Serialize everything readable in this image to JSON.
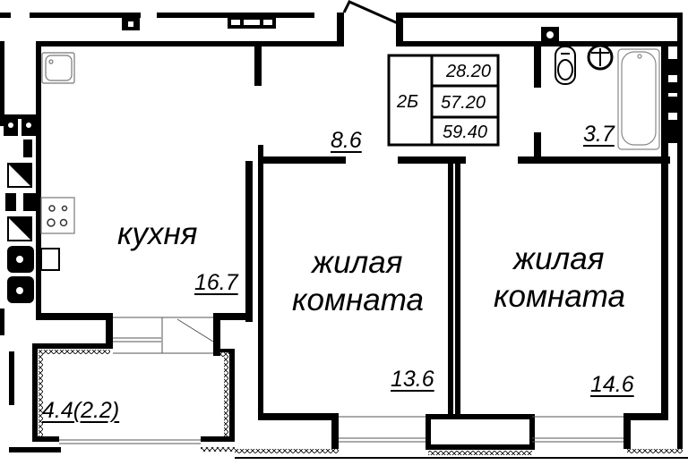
{
  "plan": {
    "apartment_type": "2Б",
    "summary_table": {
      "living_area": "28.20",
      "total_area": "57.20",
      "total_area_with_balcony": "59.40"
    },
    "rooms": [
      {
        "id": "kitchen",
        "name": "кухня",
        "area": "16.7"
      },
      {
        "id": "hallway",
        "name": "",
        "area": "8.6"
      },
      {
        "id": "bathroom",
        "name": "",
        "area": "3.7"
      },
      {
        "id": "living-room-1",
        "name_line1": "жилая",
        "name_line2": "комната",
        "area": "13.6"
      },
      {
        "id": "living-room-2",
        "name_line1": "жилая",
        "name_line2": "комната",
        "area": "14.6"
      },
      {
        "id": "balcony",
        "name": "",
        "area": "4.4(2.2)"
      }
    ],
    "colors": {
      "wall": "#000000",
      "background": "#ffffff",
      "fixture_outline": "#808080"
    }
  }
}
